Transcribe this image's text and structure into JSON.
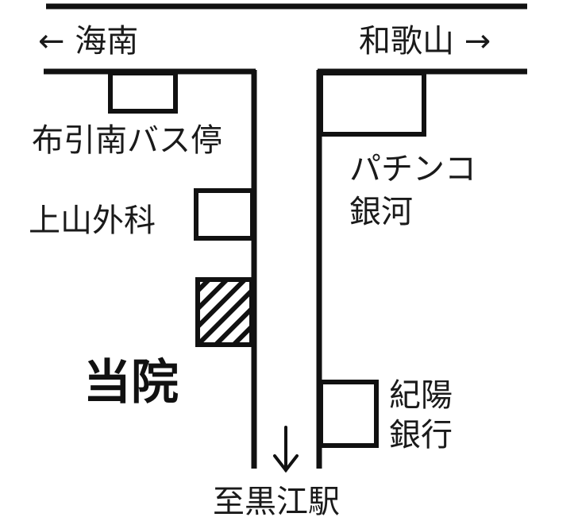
{
  "map": {
    "labels": {
      "west_direction": "← 海南",
      "east_direction": "和歌山 →",
      "bus_stop": "布引南バス停",
      "clinic_uenoyama": "上山外科",
      "pachinko": "パチンコ",
      "pachinko_name": "銀河",
      "bank_line1": "紀陽",
      "bank_line2": "銀行",
      "our_clinic": "当院",
      "station_direction": "至黒江駅"
    },
    "colors": {
      "ink": "#111111",
      "background": "#ffffff"
    },
    "legend": {
      "our_clinic_pattern": "hatched"
    }
  }
}
